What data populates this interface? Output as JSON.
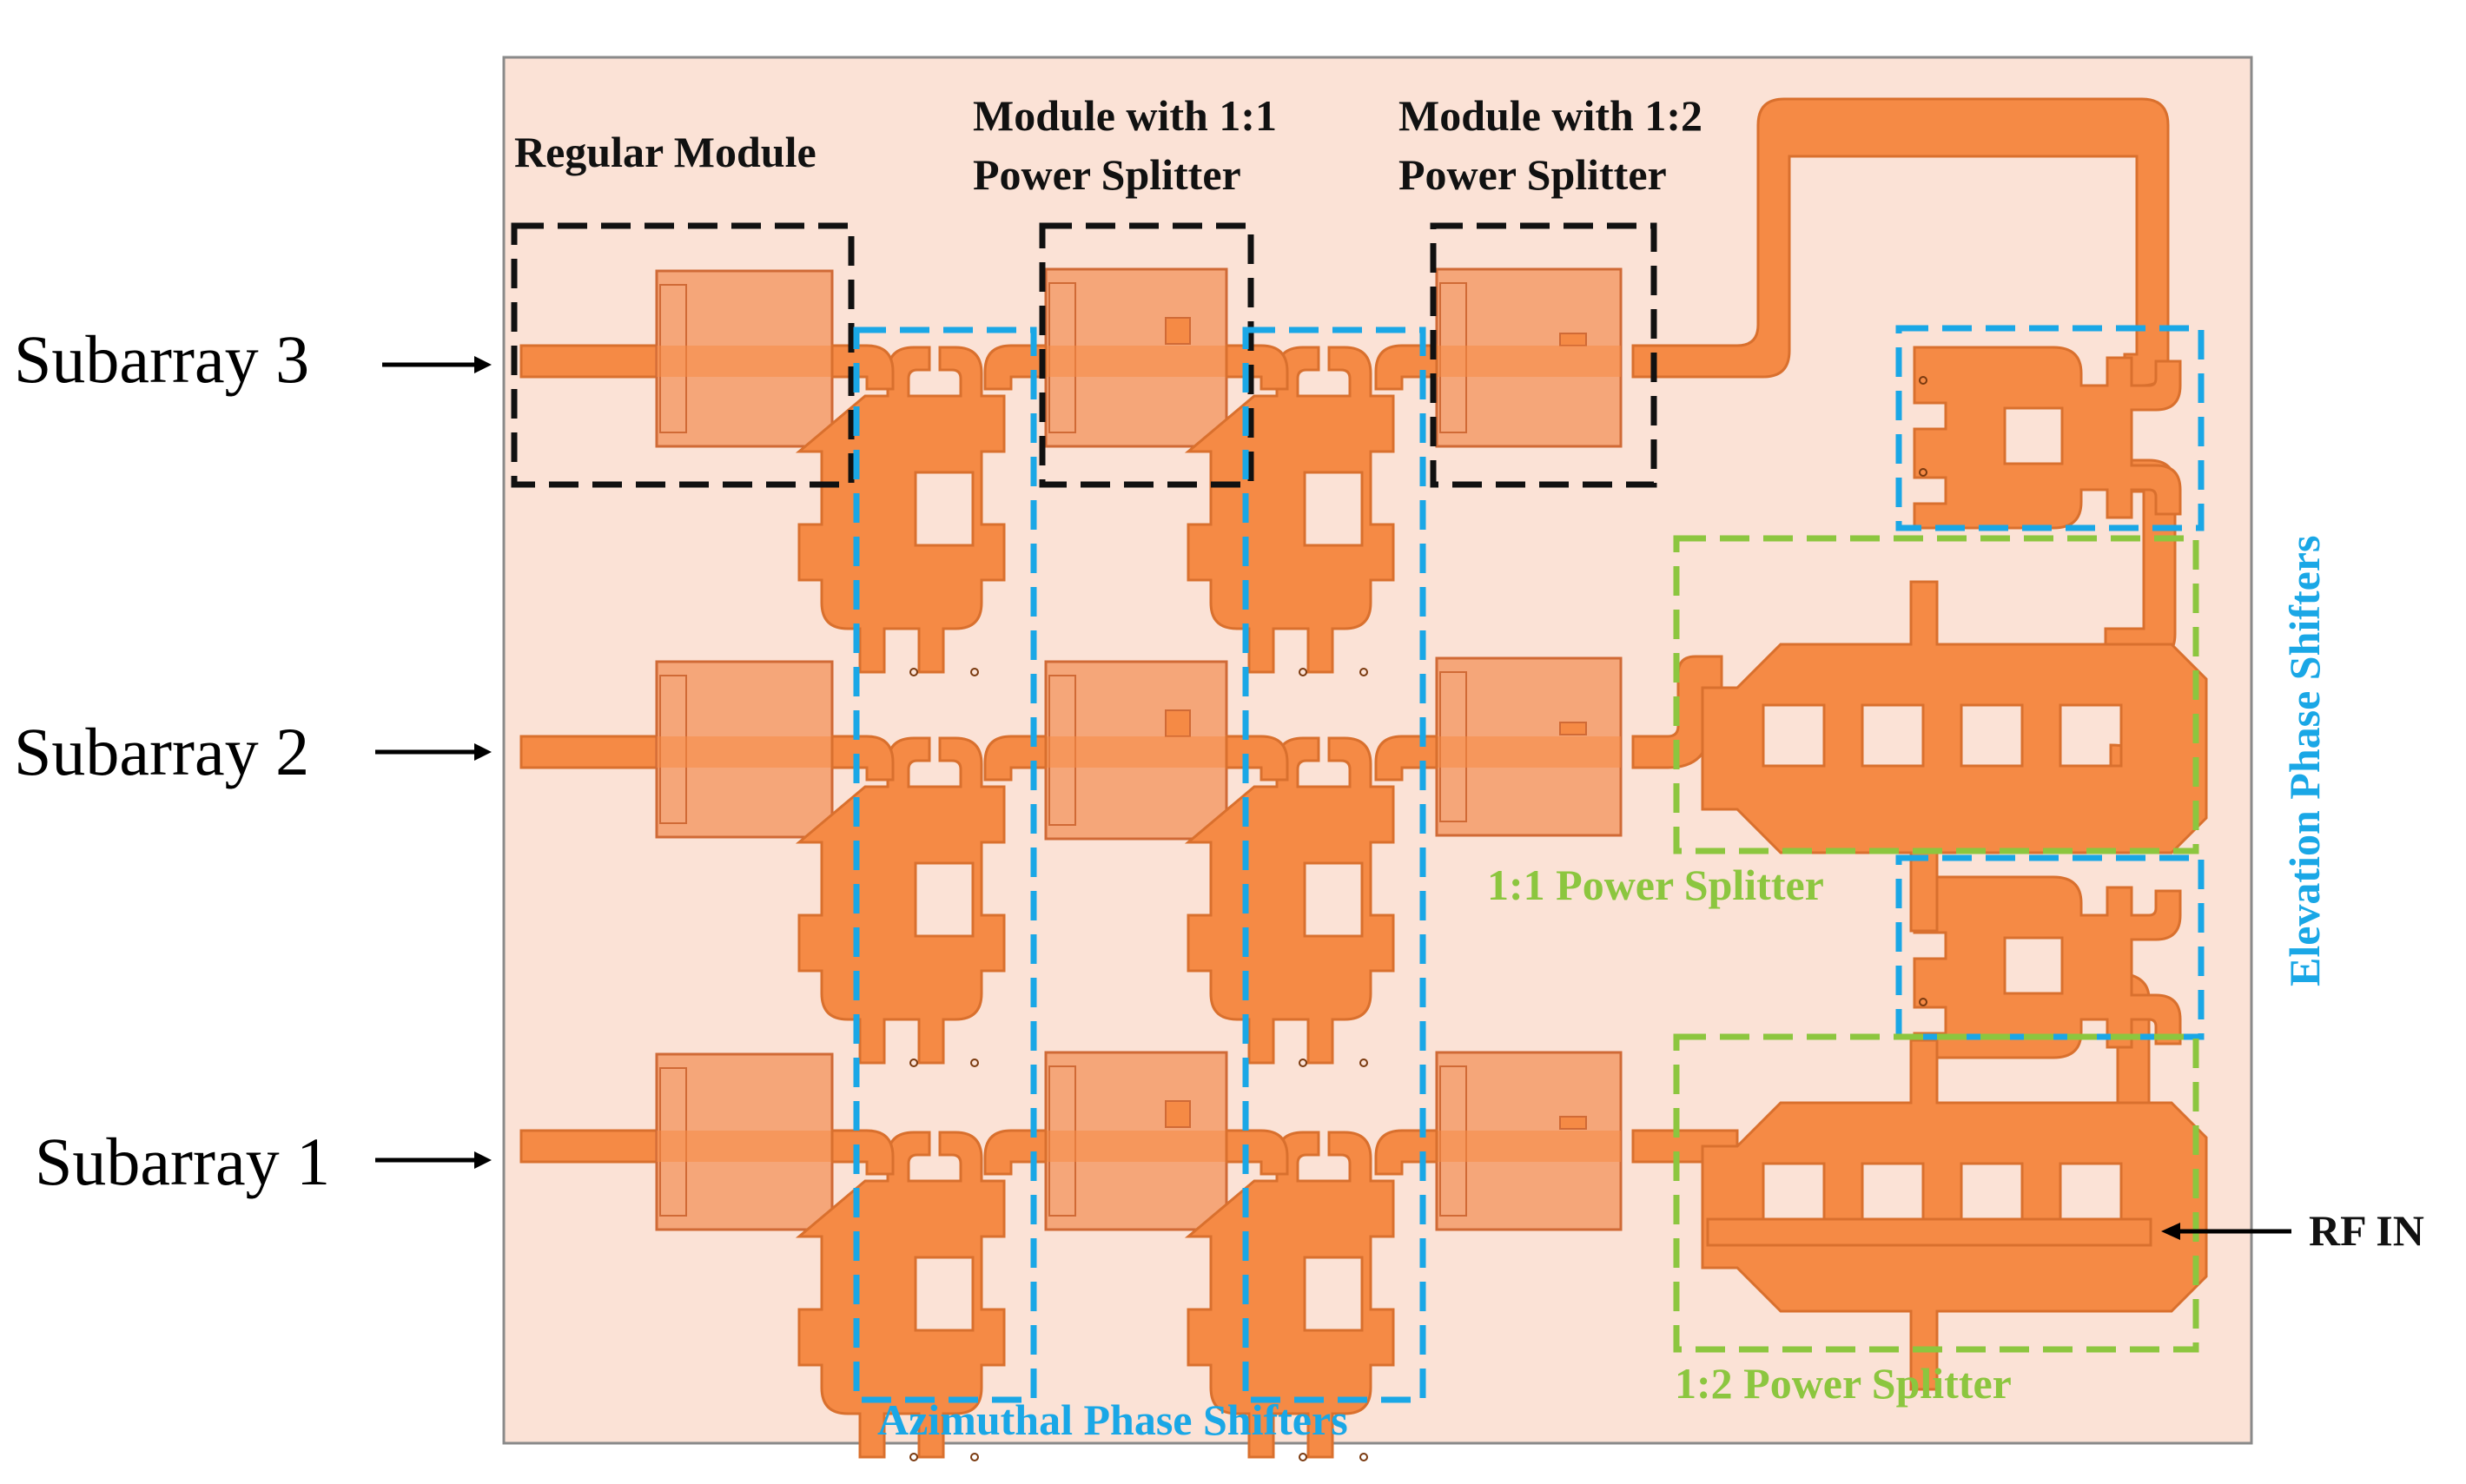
{
  "labels": {
    "regular_module": "Regular Module",
    "module_11_line1": "Module with 1:1",
    "module_11_line2": "Power Splitter",
    "module_12_line1": "Module with 1:2",
    "module_12_line2": "Power Splitter",
    "subarray_3": "Subarray 3",
    "subarray_2": "Subarray 2",
    "subarray_1": "Subarray 1",
    "splitter_11": "1:1 Power Splitter",
    "splitter_12": "1:2 Power Splitter",
    "azimuthal": "Azimuthal Phase Shifters",
    "elevation": "Elevation Phase Shifters",
    "rf_in": "RF IN"
  },
  "colors": {
    "board": "#fbe2d6",
    "board_border": "#8a8a8a",
    "trace": "#f58a45",
    "trace_stroke": "#d9702e",
    "module_fill": "#f5a679",
    "module_stroke": "#d06a36",
    "black_box": "#111111",
    "blue_box": "#1aa7e6",
    "green_box": "#8cc63f"
  }
}
